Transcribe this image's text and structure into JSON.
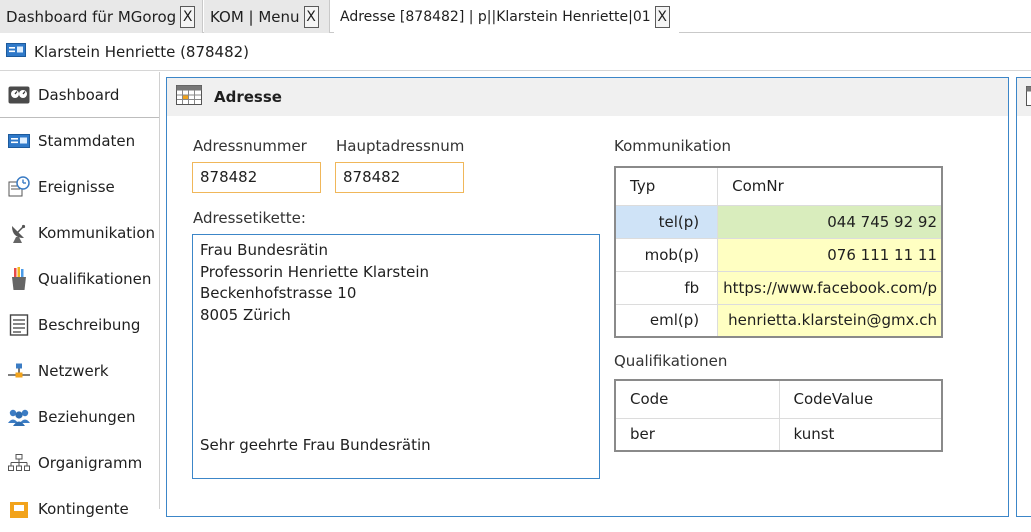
{
  "tabs": [
    {
      "label": "Dashboard für MGorog",
      "close": "X"
    },
    {
      "label": "KOM | Menu",
      "close": "X"
    },
    {
      "label": "Adresse [878482] | p||Klarstein Henriette|01",
      "close": "X"
    }
  ],
  "header": {
    "title": "Klarstein Henriette (878482)"
  },
  "sidebar": {
    "items": [
      {
        "label": "Dashboard",
        "icon": "dashboard-icon"
      },
      {
        "label": "Stammdaten",
        "icon": "id-card-icon"
      },
      {
        "label": "Ereignisse",
        "icon": "calendar-clock-icon"
      },
      {
        "label": "Kommunikation",
        "icon": "satellite-dish-icon"
      },
      {
        "label": "Qualifikationen",
        "icon": "pencil-cup-icon"
      },
      {
        "label": "Beschreibung",
        "icon": "document-list-icon"
      },
      {
        "label": "Netzwerk",
        "icon": "network-icon"
      },
      {
        "label": "Beziehungen",
        "icon": "people-icon"
      },
      {
        "label": "Organigramm",
        "icon": "org-chart-icon"
      },
      {
        "label": "Kontingente",
        "icon": "box-icon"
      }
    ]
  },
  "panel": {
    "title": "Adresse",
    "adressnummer": {
      "label": "Adressnummer",
      "value": "878482"
    },
    "hauptadressnummer": {
      "label": "Hauptadressnumn",
      "value": "878482"
    },
    "adressetikette": {
      "label": "Adressetikette:",
      "lines": [
        "Frau Bundesrätin",
        "Professorin Henriette Klarstein",
        "Beckenhofstrasse 10",
        "8005 Zürich"
      ],
      "greeting": "Sehr geehrte Frau Bundesrätin"
    },
    "kommunikation": {
      "label": "Kommunikation",
      "headers": {
        "typ": "Typ",
        "comnr": "ComNr"
      },
      "rows": [
        {
          "typ": "tel(p)",
          "comnr": "044 745 92 92"
        },
        {
          "typ": "mob(p)",
          "comnr": "076 111 11 11"
        },
        {
          "typ": "fb",
          "comnr": "https://www.facebook.com/p"
        },
        {
          "typ": "eml(p)",
          "comnr": "henrietta.klarstein@gmx.ch"
        }
      ]
    },
    "qualifikationen": {
      "label": "Qualifikationen",
      "headers": {
        "code": "Code",
        "codevalue": "CodeValue"
      },
      "rows": [
        {
          "code": "ber",
          "codevalue": "kunst"
        }
      ]
    }
  }
}
